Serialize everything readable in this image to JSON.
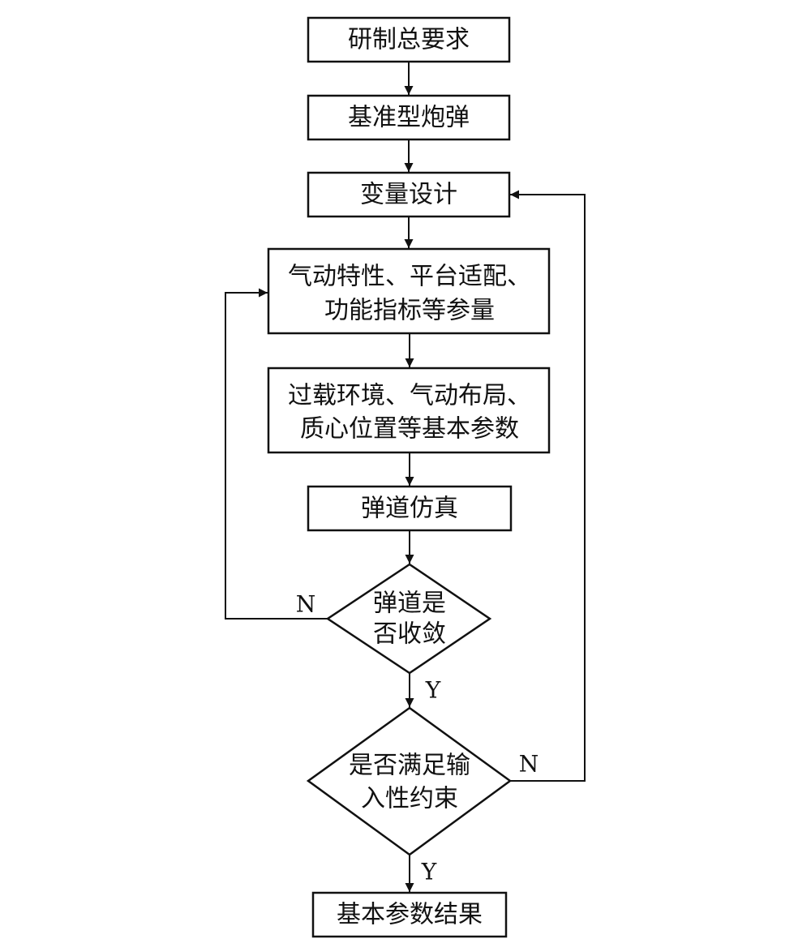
{
  "flowchart": {
    "nodes": {
      "requirements": {
        "label": "研制总要求"
      },
      "baseline_shell": {
        "label": "基准型炮弹"
      },
      "variable_design": {
        "label": "变量设计"
      },
      "params": {
        "line1": "气动特性、平台适配、",
        "line2": "功能指标等参量"
      },
      "basic_params": {
        "line1": "过载环境、气动布局、",
        "line2": "质心位置等基本参数"
      },
      "ballistic_sim": {
        "label": "弹道仿真"
      },
      "converge_decision": {
        "line1": "弹道是",
        "line2": "否收敛"
      },
      "constraint_decision": {
        "line1": "是否满足输",
        "line2": "入性约束"
      },
      "result": {
        "label": "基本参数结果"
      }
    },
    "edge_labels": {
      "converge_no": "N",
      "converge_yes": "Y",
      "constraint_no": "N",
      "constraint_yes": "Y"
    }
  }
}
